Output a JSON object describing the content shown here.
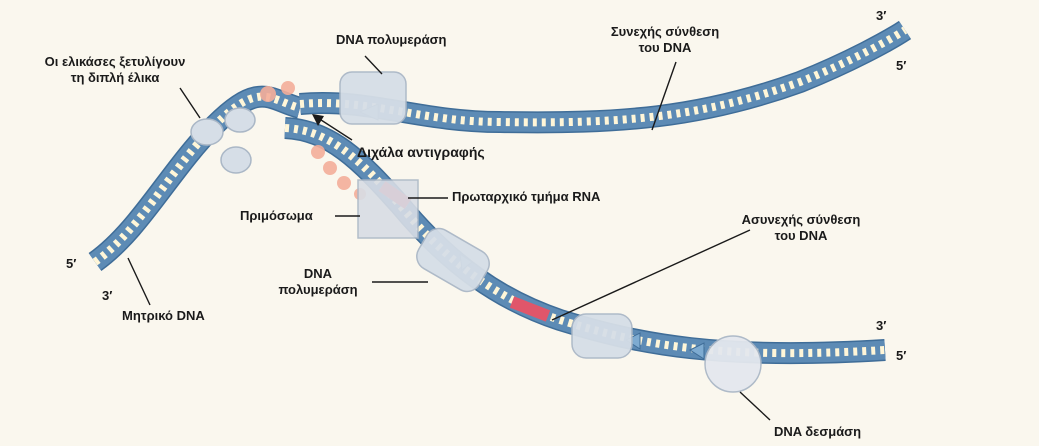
{
  "labels": {
    "helicases": [
      "Οι ελικάσες ξετυλίγουν",
      "τη διπλή έλικα"
    ],
    "polymerase_top": "DNA πολυμεράση",
    "continuous": [
      "Συνεχής σύνθεση",
      "του DNA"
    ],
    "replication_fork": "Διχάλα αντιγραφής",
    "primer": "Πρωταρχικό τμήμα RNA",
    "primosome": "Πριμόσωμα",
    "polymerase_lower": [
      "DNA",
      "πολυμεράση"
    ],
    "discontinuous": [
      "Ασυνεχής σύνθεση",
      "του DNA"
    ],
    "parental": "Μητρικό DNA",
    "ligase": "DNA δεσμάση"
  },
  "strand_ends": {
    "left_top": "5′",
    "left_bottom": "3′",
    "upper_right_top": "3′",
    "upper_right_bottom": "5′",
    "lower_right_top": "3′",
    "lower_right_bottom": "5′"
  },
  "colors": {
    "strand": "#5d8bb5",
    "strand_edge": "#3f6d98",
    "rung": "#fff6d8",
    "new_strand": "#7eabd1",
    "rna_primer": "#e0566a",
    "protein": "#d6dee7",
    "protein_edge": "#aab7c6",
    "ssb": "#f4ae9a"
  }
}
